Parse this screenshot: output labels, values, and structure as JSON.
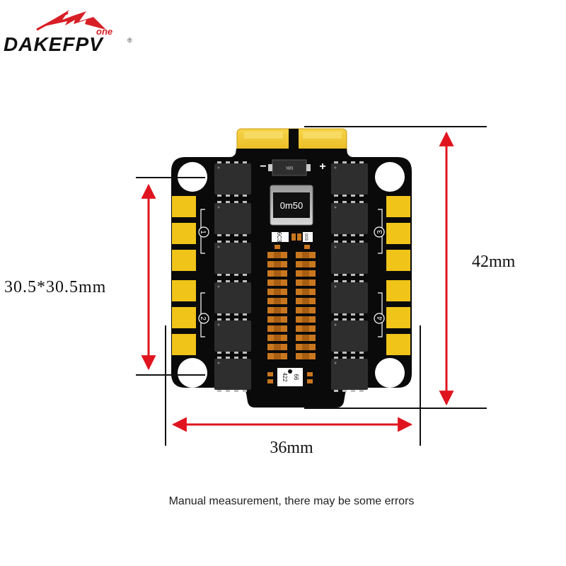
{
  "brand": {
    "name": "DAKEFPV",
    "sub": "one",
    "mark": "®"
  },
  "board": {
    "current_sensor_label": "0m50",
    "polarity_minus": "−",
    "polarity_plus": "+",
    "chip_top_label": "MK",
    "cap_label_left": "6C3",
    "cap_label_right": "003",
    "bottom_ic_label_a": "422",
    "bottom_ic_label_b": "66",
    "motor_labels": [
      "1",
      "2",
      "3",
      "4"
    ]
  },
  "dimensions": {
    "mount_pattern": "30.5*30.5mm",
    "height": "42mm",
    "width": "36mm"
  },
  "colors": {
    "pcb": "#0a0a0a",
    "pad_gold": "#f0c419",
    "copper": "#c9771f",
    "arrow_red": "#e0141e",
    "mosfet": "#2e2e2e"
  },
  "footer": {
    "note": "Manual measurement, there may be some errors"
  }
}
